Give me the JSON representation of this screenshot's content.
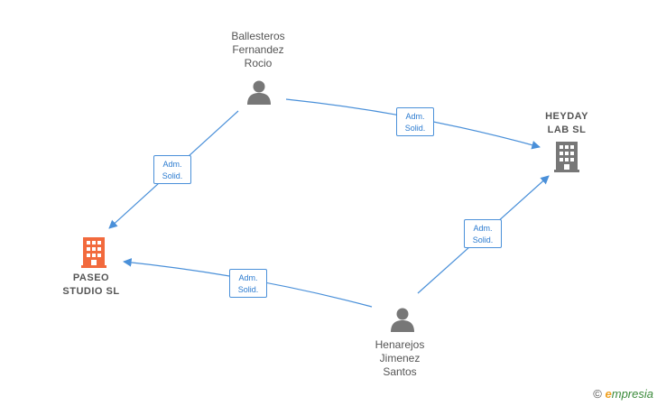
{
  "nodes": {
    "ballesteros": {
      "lines": [
        "Ballesteros",
        "Fernandez",
        "Rocio"
      ],
      "type": "person"
    },
    "henarejos": {
      "lines": [
        "Henarejos",
        "Jimenez",
        "Santos"
      ],
      "type": "person"
    },
    "heyday": {
      "lines": [
        "HEYDAY",
        "LAB  SL"
      ],
      "type": "company"
    },
    "paseo": {
      "lines": [
        "PASEO",
        "STUDIO  SL"
      ],
      "type": "company"
    }
  },
  "edges": {
    "e1": {
      "from": "ballesteros",
      "to": "paseo",
      "lines": [
        "Adm.",
        "Solid."
      ]
    },
    "e2": {
      "from": "ballesteros",
      "to": "heyday",
      "lines": [
        "Adm.",
        "Solid."
      ]
    },
    "e3": {
      "from": "henarejos",
      "to": "heyday",
      "lines": [
        "Adm.",
        "Solid."
      ]
    },
    "e4": {
      "from": "henarejos",
      "to": "paseo",
      "lines": [
        "Adm.",
        "Solid."
      ]
    }
  },
  "colors": {
    "edge": "#4a90d9",
    "person_icon": "#777777",
    "company_icon_primary": "#f26a3d",
    "company_icon_secondary": "#777777"
  },
  "icons": {
    "person": "person-icon",
    "company": "building-icon"
  },
  "watermark": {
    "copyright": "©",
    "brand_e": "e",
    "brand_rest": "mpresia"
  }
}
